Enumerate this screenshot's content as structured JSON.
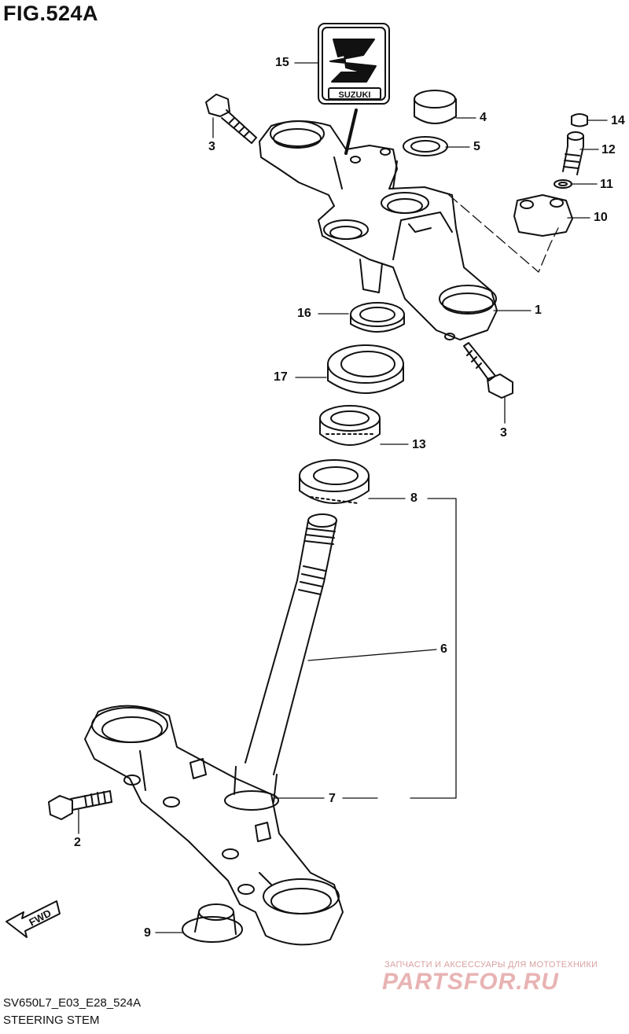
{
  "figure_title": "FIG.524A",
  "footer": {
    "code": "SV650L7_E03_E28_524A",
    "name": "STEERING STEM"
  },
  "watermark": {
    "tagline": "ЗАПЧАСТИ И АКСЕССУАРЫ ДЛЯ МОТОТЕХНИКИ",
    "brand": "PARTSFOR.RU"
  },
  "fwd_label": "FWD",
  "emblem_text": "SUZUKI",
  "callouts": [
    {
      "id": "c1",
      "label": "1"
    },
    {
      "id": "c2",
      "label": "2"
    },
    {
      "id": "c3a",
      "label": "3"
    },
    {
      "id": "c3b",
      "label": "3"
    },
    {
      "id": "c4",
      "label": "4"
    },
    {
      "id": "c5",
      "label": "5"
    },
    {
      "id": "c6",
      "label": "6"
    },
    {
      "id": "c7",
      "label": "7"
    },
    {
      "id": "c8",
      "label": "8"
    },
    {
      "id": "c9",
      "label": "9"
    },
    {
      "id": "c10",
      "label": "10"
    },
    {
      "id": "c11",
      "label": "11"
    },
    {
      "id": "c12",
      "label": "12"
    },
    {
      "id": "c13",
      "label": "13"
    },
    {
      "id": "c14",
      "label": "14"
    },
    {
      "id": "c15",
      "label": "15"
    },
    {
      "id": "c16",
      "label": "16"
    },
    {
      "id": "c17",
      "label": "17"
    }
  ]
}
